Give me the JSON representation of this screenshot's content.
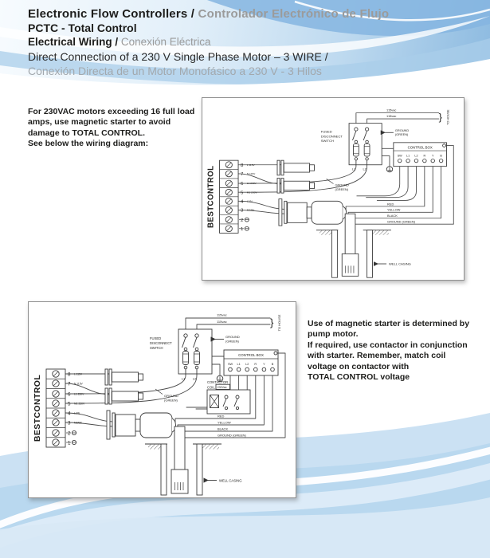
{
  "header": {
    "title_en": "Electronic Flow Controllers / ",
    "title_es": "Controlador Electrónico de Flujo",
    "product": "PCTC - Total Control",
    "section_en": "Electrical Wiring / ",
    "section_es": "Conexión Eléctrica",
    "connection_en": "Direct Connection of a 230 V Single Phase Motor – 3 WIRE /",
    "connection_es": "Conexión Directa de un Motor Monofásico a 230 V - 3 Hilos"
  },
  "notes": {
    "top": [
      "For 230VAC motors exceeding 16 full load",
      "amps, use magnetic starter to avoid",
      "damage to TOTAL CONTROL.",
      "See below the wiring diagram:"
    ],
    "bottom": [
      "Use of magnetic starter is determined by",
      "pump motor.",
      "If required, use contactor in conjunction",
      "with starter. Remember, match coil",
      "voltage on contactor with",
      "TOTAL CONTROL voltage"
    ]
  },
  "diagram": {
    "brand": "BESTCONTROL",
    "terminals": [
      {
        "num": "8",
        "label": "L 115V"
      },
      {
        "num": "7",
        "label": "N 115V"
      },
      {
        "num": "6",
        "label": "L1 230V"
      },
      {
        "num": "5",
        "label": "M1 230V"
      },
      {
        "num": "4",
        "label": "L2/N"
      },
      {
        "num": "3",
        "label": "M2/BK"
      },
      {
        "num": "2",
        "label": ""
      },
      {
        "num": "1",
        "label": ""
      }
    ],
    "vac_line_1": "115vac",
    "vac_line_2": "115vac",
    "to_house": "TO HOUSE",
    "fused_switch": [
      "FUSED",
      "DISCONNECT",
      "SWITCH"
    ],
    "switch_l1": "L1",
    "switch_l2": "L2",
    "ground_green": [
      "GROUND",
      "(GREEN)"
    ],
    "control_box": "CONTROL BOX",
    "cb_terminals": [
      "SW",
      "L1",
      "L2",
      "R",
      "Y",
      "B"
    ],
    "contactor": "CONTACTOR",
    "coil": "COIL",
    "coil_voltage": "230Vac",
    "wires": [
      "RED",
      "YELLOW",
      "BLACK",
      "GROUND (GREEN)"
    ],
    "well_casing": "WELL CASING"
  },
  "colors": {
    "accent_blue": "#8cbae0",
    "band_light": "#e2eff9",
    "diagram_line": "#4b4b4b",
    "text_dark": "#1d1d1b",
    "text_gray": "#9b9b9b"
  }
}
